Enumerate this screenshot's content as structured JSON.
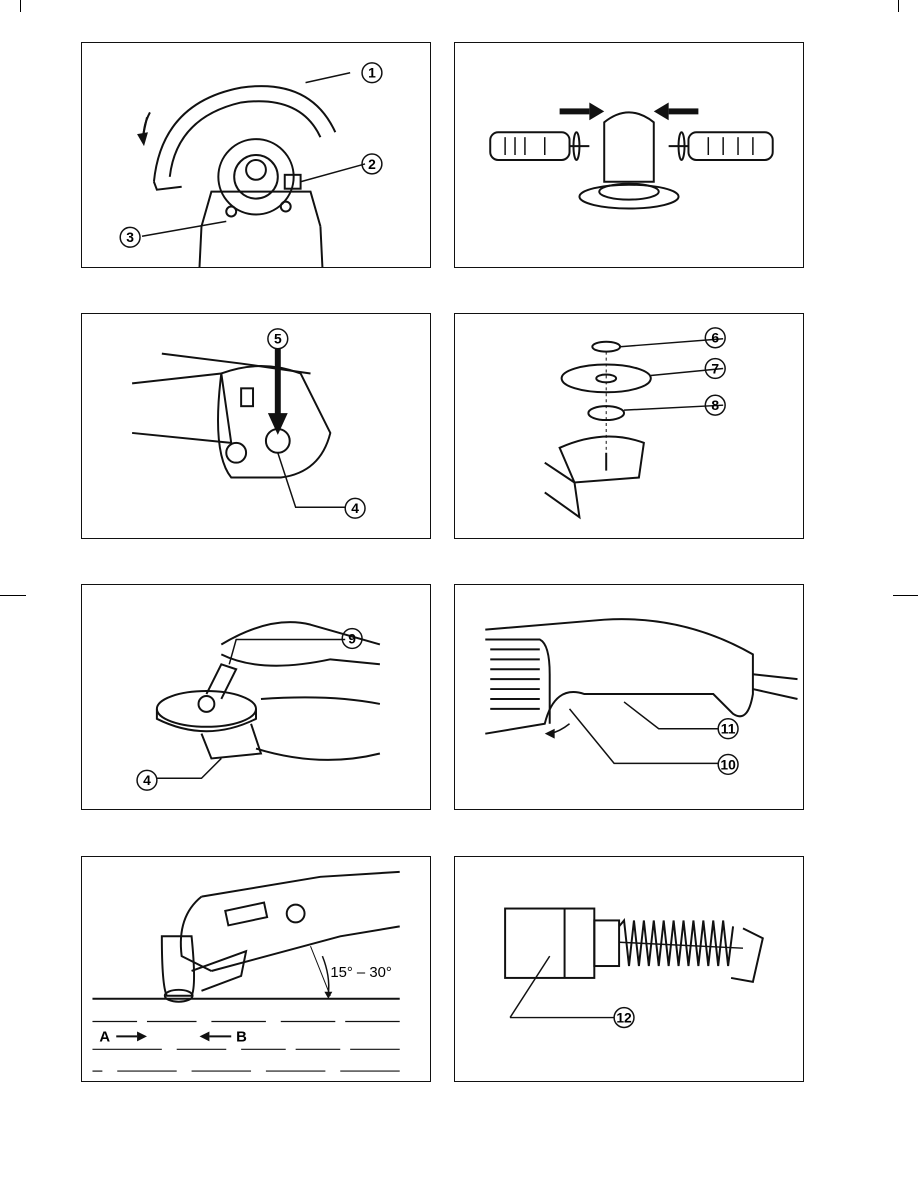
{
  "page": {
    "background": "#ffffff",
    "ink": "#111111"
  },
  "figures": [
    {
      "id": "fig1",
      "callouts": [
        "1",
        "2",
        "3"
      ]
    },
    {
      "id": "fig2",
      "callouts": []
    },
    {
      "id": "fig3",
      "callouts": [
        "5",
        "4"
      ]
    },
    {
      "id": "fig4",
      "callouts": [
        "6",
        "7",
        "8"
      ]
    },
    {
      "id": "fig5",
      "callouts": [
        "9",
        "4"
      ]
    },
    {
      "id": "fig6",
      "callouts": [
        "11",
        "10"
      ]
    },
    {
      "id": "fig7",
      "callouts": [],
      "angle_label": "15° – 30°",
      "direction_a": "A",
      "direction_b": "B"
    },
    {
      "id": "fig8",
      "callouts": [
        "12"
      ]
    }
  ]
}
